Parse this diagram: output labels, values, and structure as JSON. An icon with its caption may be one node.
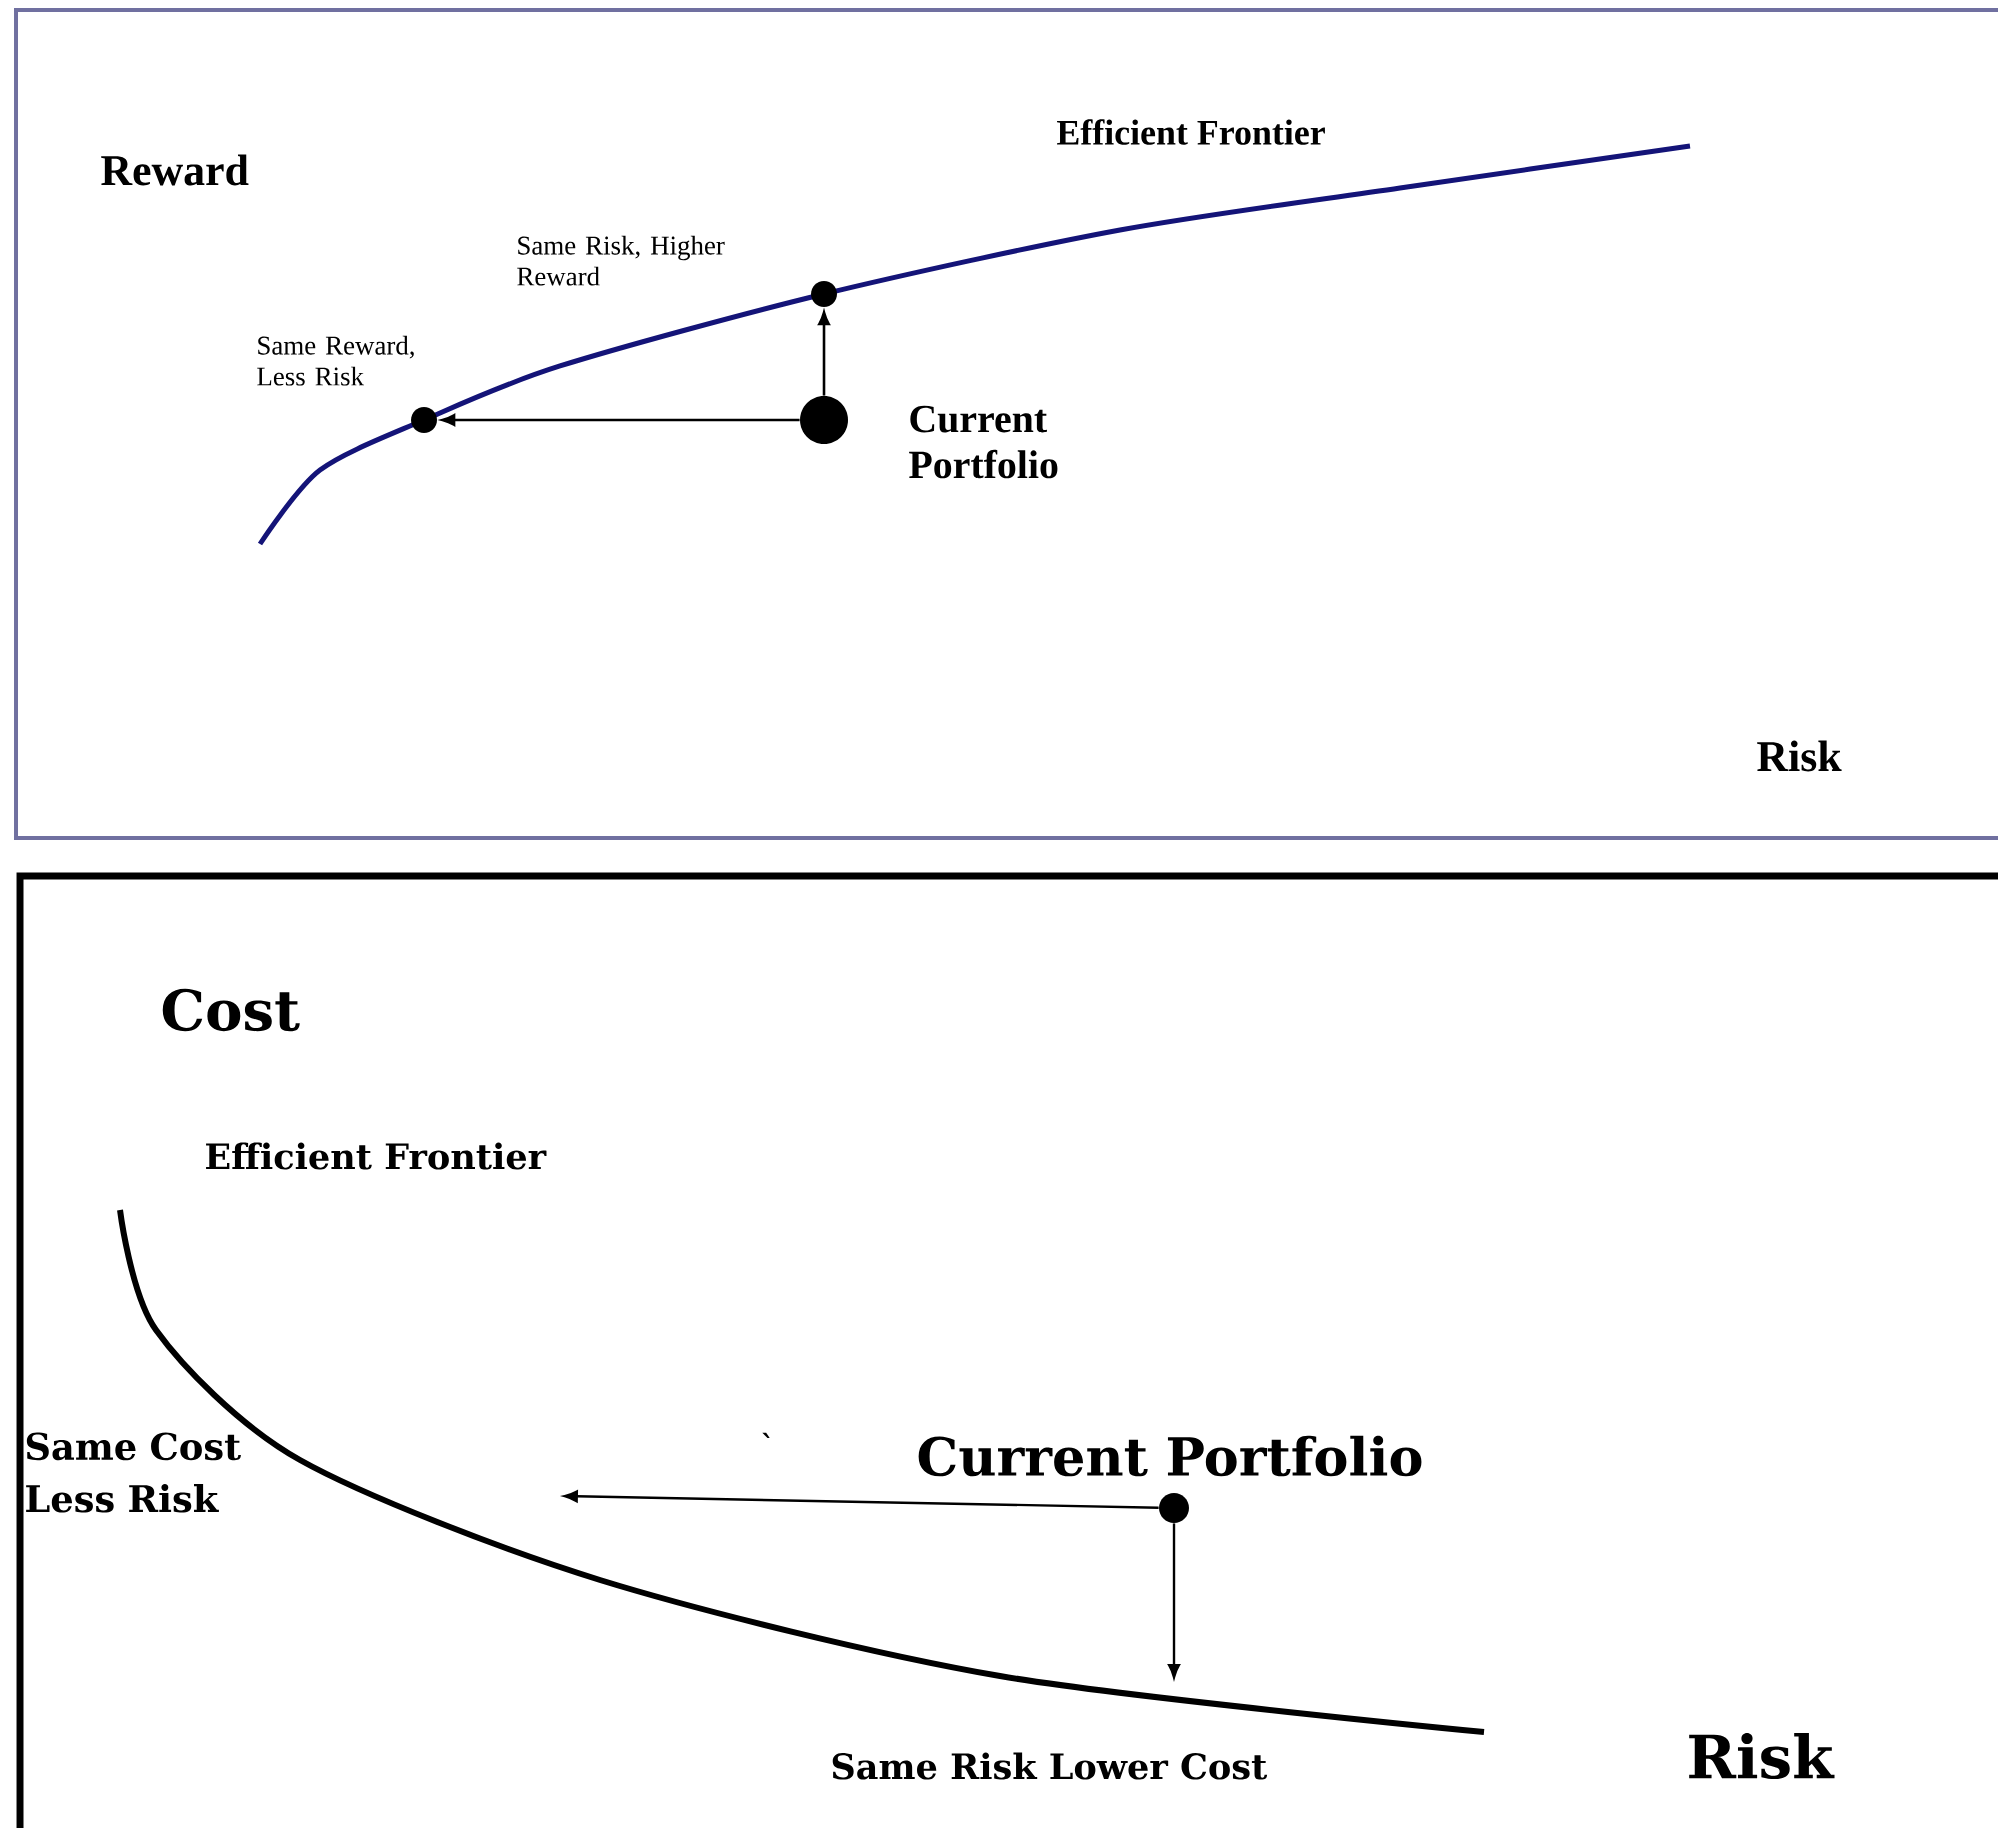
{
  "diagram": {
    "nodes": [
      {
        "text": [],
        "shape": "circle",
        "beside": [
          "Same Reward, Less Risk"
        ]
      },
      {
        "text": [],
        "shape": "circle",
        "beside": [
          "Same Risk, Higher Reward"
        ]
      },
      {
        "text": [],
        "shape": "circle",
        "beside": [
          "Current Portfolio"
        ]
      },
      {
        "text": [],
        "shape": "circle",
        "beside": [
          "Current Portfolio"
        ]
      }
    ],
    "edges": [
      {
        "from": 2,
        "to": 0,
        "arrow": "to"
      },
      {
        "from": 2,
        "to": 1,
        "arrow": "to"
      },
      {
        "from": 3,
        "to": null,
        "arrow": "to"
      },
      {
        "from": 3,
        "to": null,
        "arrow": "to"
      }
    ],
    "labels": [
      "Reward",
      "Efficient Frontier",
      "Risk",
      "Cost",
      "Efficient Frontier",
      "Same Cost Less Risk",
      "`",
      "Same Risk Lower Cost",
      "Risk"
    ]
  }
}
